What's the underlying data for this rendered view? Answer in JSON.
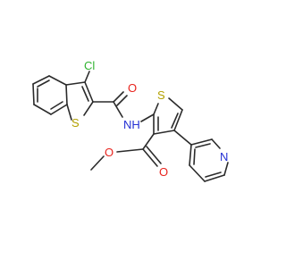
{
  "molecule": {
    "atoms": [
      {
        "id": "cl",
        "text": "Cl",
        "element": "Cl",
        "color": "#2fb32f"
      },
      {
        "id": "s_bt",
        "text": "S",
        "element": "S",
        "color": "#b3a100"
      },
      {
        "id": "o_amide",
        "text": "O",
        "element": "O",
        "color": "#e8231d"
      },
      {
        "id": "nh",
        "text": "NH",
        "element": "N",
        "color": "#2430d4"
      },
      {
        "id": "s_th",
        "text": "S",
        "element": "S",
        "color": "#b3a100"
      },
      {
        "id": "o_carbonyl",
        "text": "O",
        "element": "O",
        "color": "#e8231d"
      },
      {
        "id": "o_ether",
        "text": "O",
        "element": "O",
        "color": "#e8231d"
      },
      {
        "id": "n_py",
        "text": "N",
        "element": "N",
        "color": "#2430d4"
      }
    ],
    "bond_color": "#2b2b2b"
  }
}
